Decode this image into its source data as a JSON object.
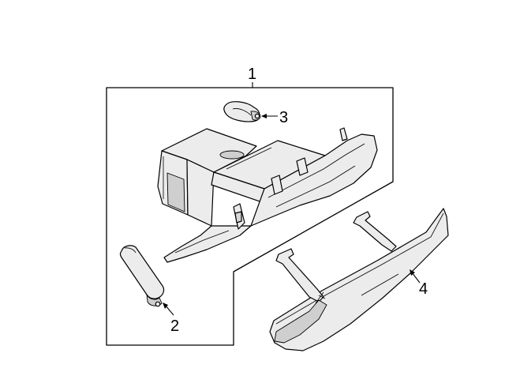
{
  "callouts": {
    "c1": "1",
    "c2": "2",
    "c3": "3",
    "c4": "4"
  },
  "colors": {
    "line": "#000000",
    "fill": "#ececec",
    "background": "#ffffff"
  }
}
